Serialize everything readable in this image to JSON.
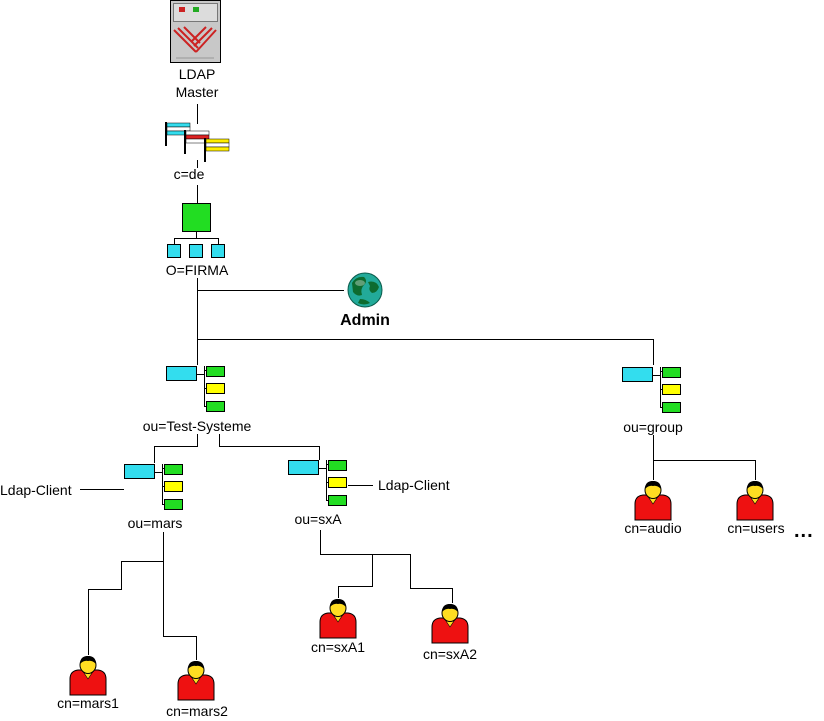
{
  "colors": {
    "ou_main": "#33ddee",
    "ou_green": "#22dd22",
    "ou_yellow": "#ffff00",
    "org_green": "#22dd22",
    "org_cyan": "#33ddee",
    "person_body": "#ee1111",
    "person_face": "#ffdd22",
    "person_hair": "#000000",
    "globe_ocean": "#22aa99",
    "globe_land": "#0d6b2e",
    "server_body": "#c8c8c8",
    "server_stripe": "#cc2222"
  },
  "nodes": {
    "server": {
      "label_line1": "LDAP",
      "label_line2": "Master",
      "icon": "server-icon"
    },
    "country": {
      "label": "c=de",
      "icon": "flags-icon"
    },
    "organization": {
      "label": "O=FIRMA",
      "icon": "org-chart-icon"
    },
    "admin": {
      "label": "Admin",
      "icon": "globe-icon"
    },
    "ou_test": {
      "label": "ou=Test-Systeme",
      "icon": "ou-icon"
    },
    "ou_group": {
      "label": "ou=group",
      "icon": "ou-icon"
    },
    "ou_mars": {
      "label": "ou=mars",
      "icon": "ou-icon"
    },
    "ou_sxa": {
      "label": "ou=sxA",
      "icon": "ou-icon"
    },
    "ldap_client_left": {
      "label": "Ldap-Client"
    },
    "ldap_client_right": {
      "label": "Ldap-Client"
    },
    "cn_audio": {
      "label": "cn=audio",
      "icon": "person-icon"
    },
    "cn_users": {
      "label": "cn=users",
      "icon": "person-icon"
    },
    "cn_mars1": {
      "label": "cn=mars1",
      "icon": "person-icon"
    },
    "cn_mars2": {
      "label": "cn=mars2",
      "icon": "person-icon"
    },
    "cn_sxa1": {
      "label": "cn=sxA1",
      "icon": "person-icon"
    },
    "cn_sxa2": {
      "label": "cn=sxA2",
      "icon": "person-icon"
    },
    "more": {
      "label": "..."
    }
  }
}
